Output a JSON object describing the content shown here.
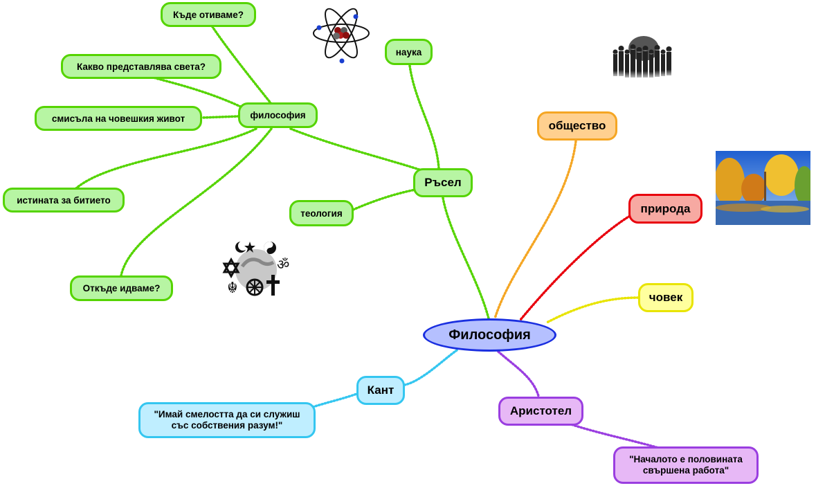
{
  "root": {
    "label": "Философия"
  },
  "branches": {
    "society": "общество",
    "nature": "природа",
    "human": "човек",
    "kant": "Кант",
    "kant_quote": "\"Имай смелостта да си служиш със собствения разум!\"",
    "aristotle": "Аристотел",
    "aristotle_quote": "\"Началото е половината свършена работа\"",
    "russell": "Ръсел",
    "science": "наука",
    "theology": "теология",
    "philosophy": "философия",
    "where_going": "Къде отиваме?",
    "what_world": "Какво представлява света?",
    "meaning_life": "смисъла на човешкия живот",
    "truth_being": "истината за битието",
    "where_from": "Откъде идваме?"
  },
  "colors": {
    "green": "#55d400",
    "orange": "#f5a623",
    "red": "#e8000d",
    "yellow": "#e8e400",
    "cyan": "#34c6f0",
    "purple": "#9a3ee0",
    "root": "#1a2fe0"
  },
  "images": [
    "atom-image",
    "people-silhouettes-image",
    "autumn-landscape-image",
    "religious-symbols-image"
  ]
}
